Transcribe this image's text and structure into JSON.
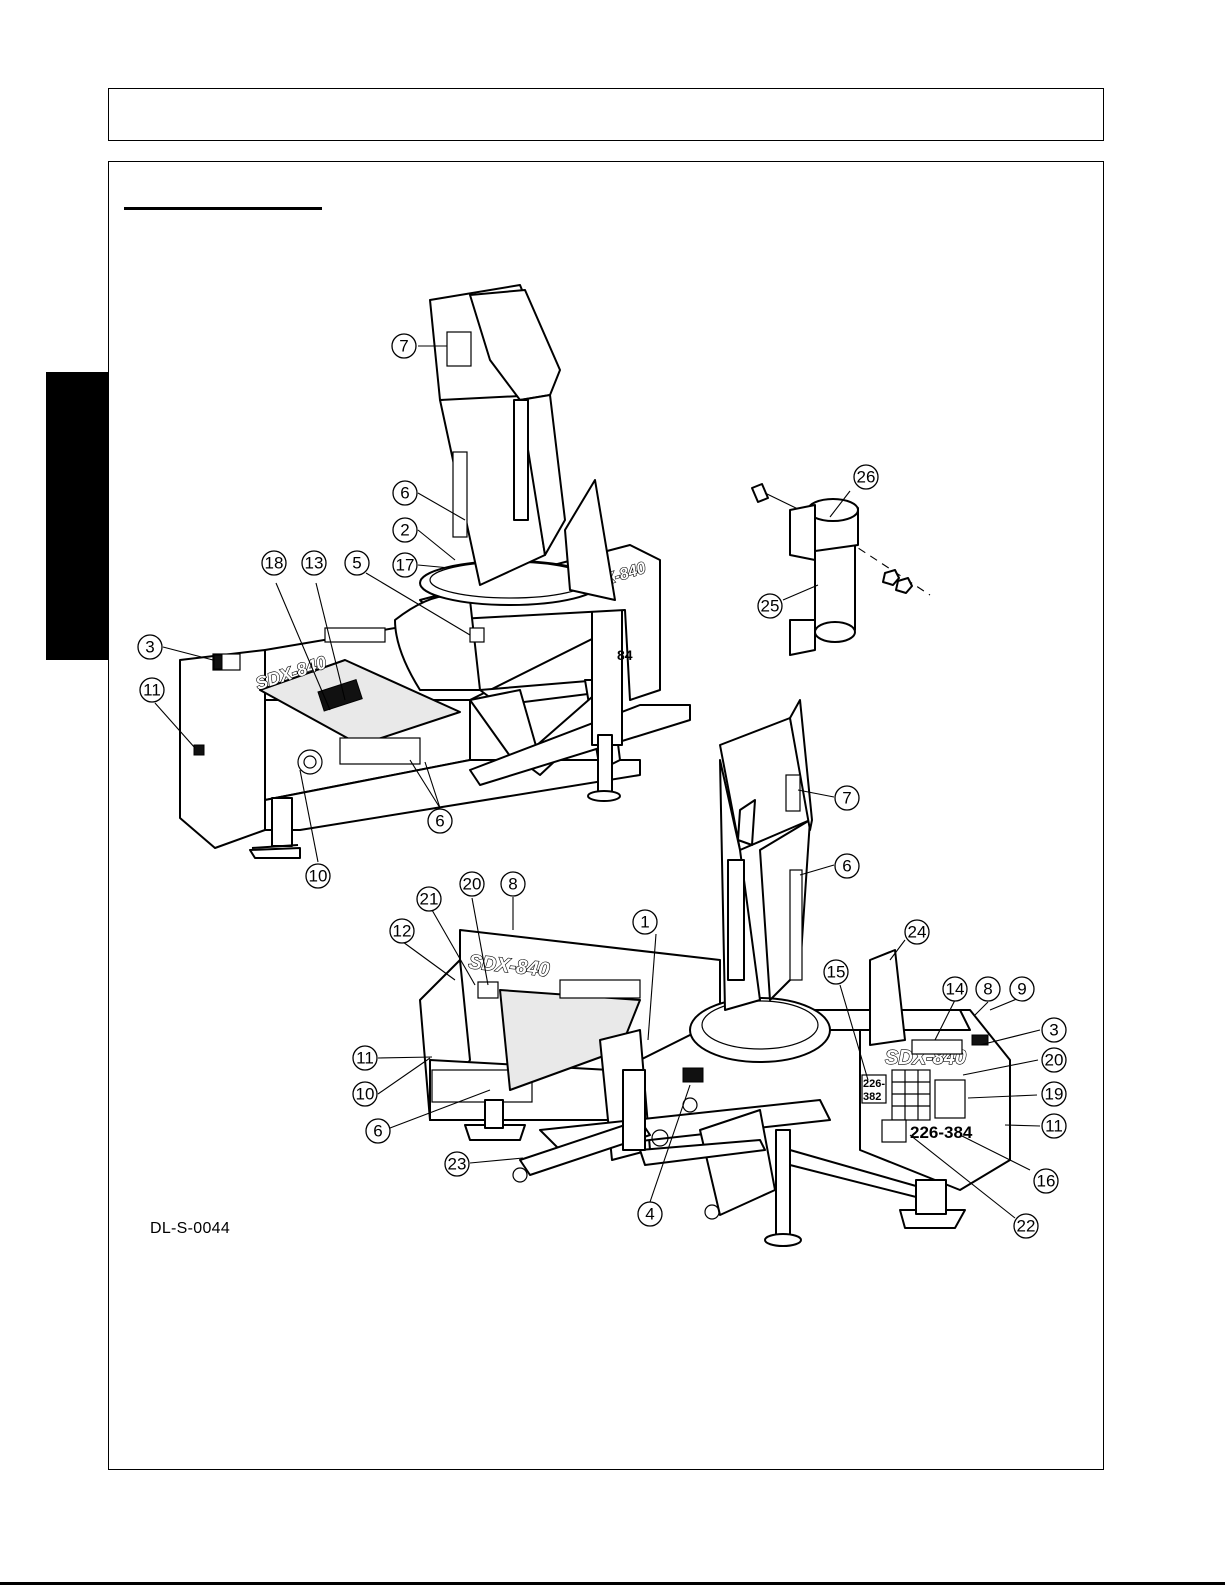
{
  "page": {
    "header_text": "",
    "drawing_id": "DL-S-0044"
  },
  "callouts": [
    {
      "label": "1"
    },
    {
      "label": "2"
    },
    {
      "label": "3"
    },
    {
      "label": "4"
    },
    {
      "label": "5"
    },
    {
      "label": "6"
    },
    {
      "label": "7"
    },
    {
      "label": "8"
    },
    {
      "label": "9"
    },
    {
      "label": "10"
    },
    {
      "label": "11"
    },
    {
      "label": "12"
    },
    {
      "label": "13"
    },
    {
      "label": "14"
    },
    {
      "label": "15"
    },
    {
      "label": "16"
    },
    {
      "label": "17"
    },
    {
      "label": "18"
    },
    {
      "label": "19"
    },
    {
      "label": "20"
    },
    {
      "label": "21"
    },
    {
      "label": "22"
    },
    {
      "label": "23"
    },
    {
      "label": "24"
    },
    {
      "label": "25"
    },
    {
      "label": "26"
    }
  ],
  "decals": {
    "model_top": "SDX-840",
    "model_bottom": "SDX-840",
    "model_right": "SDX-840",
    "part_number_large": "226-384",
    "part_number_small_line1": "226-",
    "part_number_small_line2": "382"
  }
}
